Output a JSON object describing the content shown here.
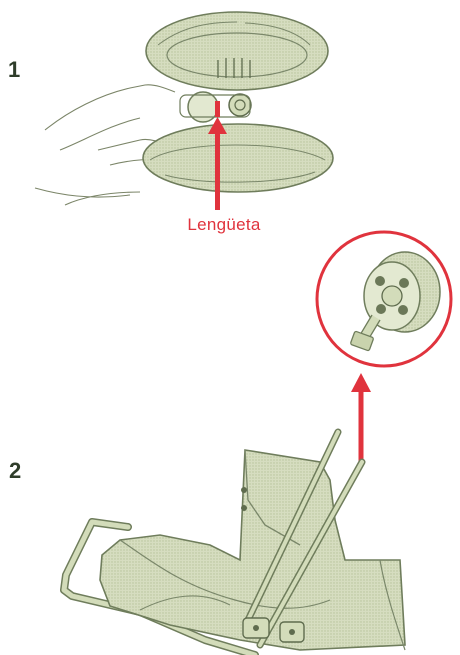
{
  "steps": [
    {
      "number": "1"
    },
    {
      "number": "2"
    }
  ],
  "callout": {
    "label": "Lengüeta"
  },
  "colors": {
    "illustration_fill": "#d3dcba",
    "illustration_stroke": "#6f7d5c",
    "accent": "#e0333d",
    "step_number": "#2f3d2a"
  }
}
